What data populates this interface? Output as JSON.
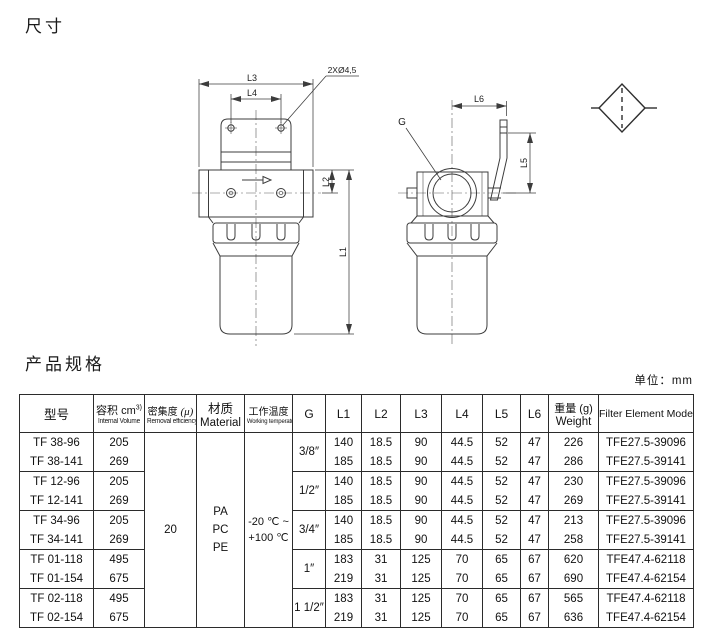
{
  "titles": {
    "dimensions": "尺寸",
    "specs": "产品规格",
    "unit": "单位：mm"
  },
  "drawings": {
    "front_view": {
      "dim_l1": "L1",
      "dim_l2": "L2",
      "dim_l3": "L3",
      "dim_l4": "L4",
      "holes_note": "2XØ4,5"
    },
    "side_view": {
      "dim_l5": "L5",
      "dim_l6": "L6",
      "port_label": "G"
    },
    "symbol_icon": "pneumatic-filter-symbol"
  },
  "table": {
    "headers": {
      "model": "型号",
      "volume_zh": "容积 cm",
      "volume_sup": "3)",
      "volume_en": "Internal Volume",
      "density_zh": "密集度",
      "density_mu": "(μ)",
      "density_en": "Removal efficiency",
      "material_zh": "材质",
      "material_en": "Material",
      "temp_zh": "工作温度",
      "temp_en": "Working temperature",
      "g": "G",
      "l1": "L1",
      "l2": "L2",
      "l3": "L3",
      "l4": "L4",
      "l5": "L5",
      "l6": "L6",
      "weight_zh": "重量 (g)",
      "weight_en": "Weight",
      "filter_model": "Filter Element Model"
    },
    "shared": {
      "removal_efficiency": "20",
      "material": [
        "PA",
        "PC",
        "PE"
      ],
      "temperature": [
        "-20 ℃ ~",
        "+100 ℃"
      ]
    },
    "groups": [
      {
        "g": "3/8″",
        "rows": [
          {
            "model": "TF 38-96",
            "volume": "205",
            "l1": "140",
            "l2": "18.5",
            "l3": "90",
            "l4": "44.5",
            "l5": "52",
            "l6": "47",
            "weight": "226",
            "filter": "TFE27.5-39096"
          },
          {
            "model": "TF 38-141",
            "volume": "269",
            "l1": "185",
            "l2": "18.5",
            "l3": "90",
            "l4": "44.5",
            "l5": "52",
            "l6": "47",
            "weight": "286",
            "filter": "TFE27.5-39141"
          }
        ]
      },
      {
        "g": "1/2″",
        "rows": [
          {
            "model": "TF 12-96",
            "volume": "205",
            "l1": "140",
            "l2": "18.5",
            "l3": "90",
            "l4": "44.5",
            "l5": "52",
            "l6": "47",
            "weight": "230",
            "filter": "TFE27.5-39096"
          },
          {
            "model": "TF 12-141",
            "volume": "269",
            "l1": "185",
            "l2": "18.5",
            "l3": "90",
            "l4": "44.5",
            "l5": "52",
            "l6": "47",
            "weight": "269",
            "filter": "TFE27.5-39141"
          }
        ]
      },
      {
        "g": "3/4″",
        "rows": [
          {
            "model": "TF 34-96",
            "volume": "205",
            "l1": "140",
            "l2": "18.5",
            "l3": "90",
            "l4": "44.5",
            "l5": "52",
            "l6": "47",
            "weight": "213",
            "filter": "TFE27.5-39096"
          },
          {
            "model": "TF 34-141",
            "volume": "269",
            "l1": "185",
            "l2": "18.5",
            "l3": "90",
            "l4": "44.5",
            "l5": "52",
            "l6": "47",
            "weight": "258",
            "filter": "TFE27.5-39141"
          }
        ]
      },
      {
        "g": "1″",
        "rows": [
          {
            "model": "TF 01-118",
            "volume": "495",
            "l1": "183",
            "l2": "31",
            "l3": "125",
            "l4": "70",
            "l5": "65",
            "l6": "67",
            "weight": "620",
            "filter": "TFE47.4-62118"
          },
          {
            "model": "TF 01-154",
            "volume": "675",
            "l1": "219",
            "l2": "31",
            "l3": "125",
            "l4": "70",
            "l5": "65",
            "l6": "67",
            "weight": "690",
            "filter": "TFE47.4-62154"
          }
        ]
      },
      {
        "g": "1 1/2″",
        "rows": [
          {
            "model": "TF 02-118",
            "volume": "495",
            "l1": "183",
            "l2": "31",
            "l3": "125",
            "l4": "70",
            "l5": "65",
            "l6": "67",
            "weight": "565",
            "filter": "TFE47.4-62118"
          },
          {
            "model": "TF 02-154",
            "volume": "675",
            "l1": "219",
            "l2": "31",
            "l3": "125",
            "l4": "70",
            "l5": "65",
            "l6": "67",
            "weight": "636",
            "filter": "TFE47.4-62154"
          }
        ]
      }
    ]
  }
}
